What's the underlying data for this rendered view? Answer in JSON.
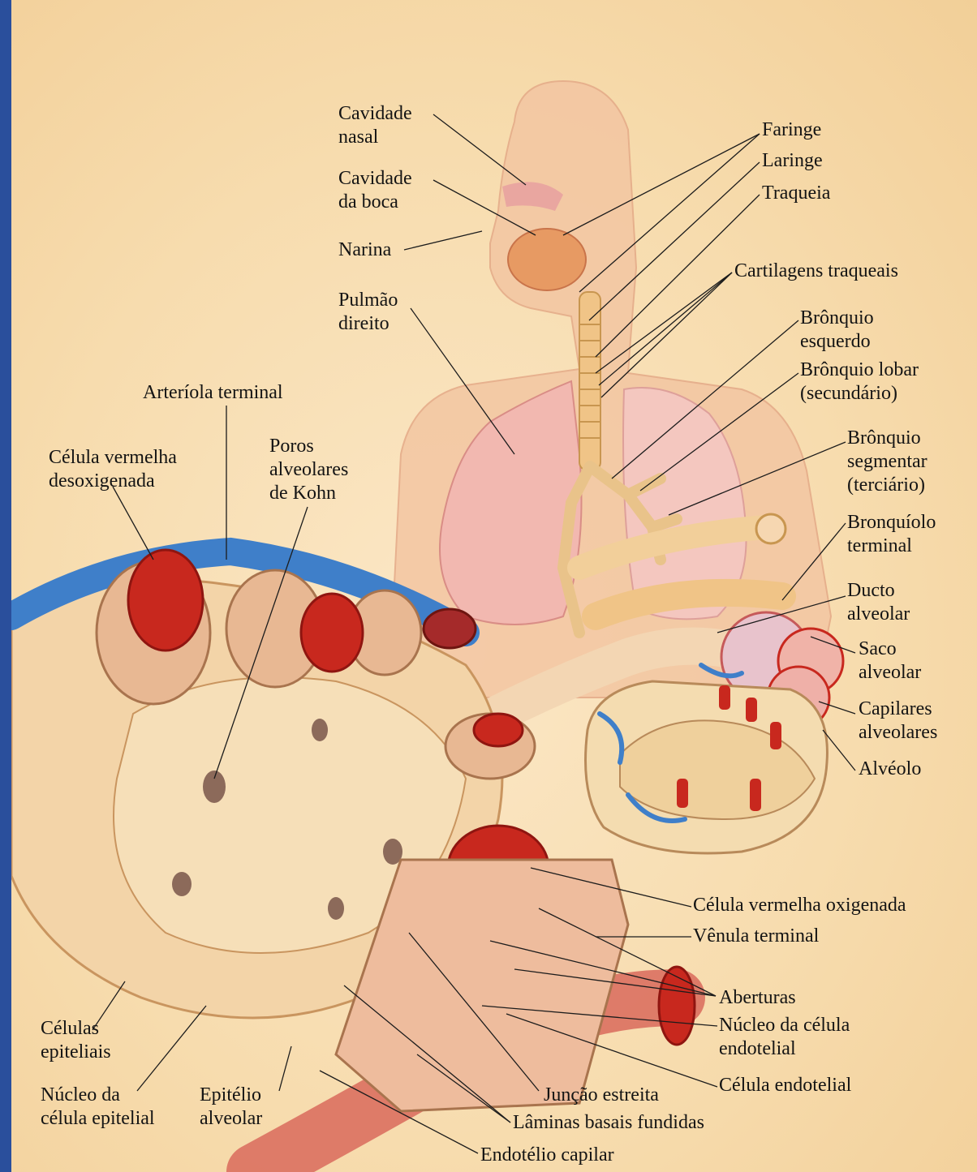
{
  "side_mark": ")",
  "labels": {
    "cavidade_nasal": "Cavidade\nnasal",
    "cavidade_boca": "Cavidade\nda boca",
    "narina": "Narina",
    "pulmao_direito": "Pulmão\ndireito",
    "faringe": "Faringe",
    "laringe": "Laringe",
    "traqueia": "Traqueia",
    "cartilagens_traqueais": "Cartilagens traqueais",
    "bronquio_esquerdo": "Brônquio\nesquerdo",
    "bronquio_lobar": "Brônquio lobar\n(secundário)",
    "bronquio_segmentar": "Brônquio\nsegmentar\n(terciário)",
    "bronquiolo_terminal": "Bronquíolo\nterminal",
    "ducto_alveolar": "Ducto\nalveolar",
    "saco_alveolar": "Saco\nalveolar",
    "capilares_alveolares": "Capilares\nalveolares",
    "alveolo": "Alvéolo",
    "arteriola_terminal": "Arteríola terminal",
    "celula_vermelha_desox": "Célula vermelha\ndesoxigenada",
    "poros_kohn": "Poros\nalveolares\nde Kohn",
    "celula_vermelha_oxigenada": "Célula vermelha oxigenada",
    "venula_terminal": "Vênula terminal",
    "aberturas": "Aberturas",
    "nucleo_celula_endotelial": "Núcleo da célula\nendotelial",
    "celula_endotelial": "Célula endotelial",
    "celulas_epiteliais": "Células\nepiteliais",
    "nucleo_celula_epitelial": "Núcleo da\ncélula epitelial",
    "epitelio_alveolar": "Epitélio\nalveolar",
    "juncao_estreita": "Junção estreita",
    "laminas_basais": "Lâminas basais fundidas",
    "endotelio_capilar": "Endotélio capilar"
  },
  "colors": {
    "background": "#f7dcae",
    "frame": "#2a4f9c",
    "body_skin": "#f3c6a2",
    "lung": "#f2b8b0",
    "airway": "#f0c487",
    "blood_red": "#c8281e",
    "vessel_blue": "#3f7fc9",
    "alveolar_wall": "#e8b893",
    "leader_line": "#1c1c1c"
  }
}
